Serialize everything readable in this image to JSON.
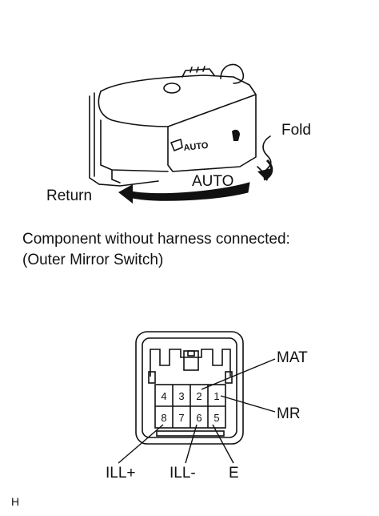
{
  "switch_diagram": {
    "device_text": "AUTO",
    "labels": {
      "fold": "Fold",
      "auto": "AUTO",
      "return": "Return"
    }
  },
  "caption": {
    "line1": "Component without harness connected:",
    "line2": "(Outer Mirror Switch)"
  },
  "connector": {
    "pins_top": [
      "4",
      "3",
      "2",
      "1"
    ],
    "pins_bottom": [
      "8",
      "7",
      "6",
      "5"
    ],
    "labels": {
      "mat": "MAT",
      "mr": "MR",
      "ill_plus": "ILL+",
      "ill_minus": "ILL-",
      "e": "E"
    }
  },
  "corner_mark": "H"
}
